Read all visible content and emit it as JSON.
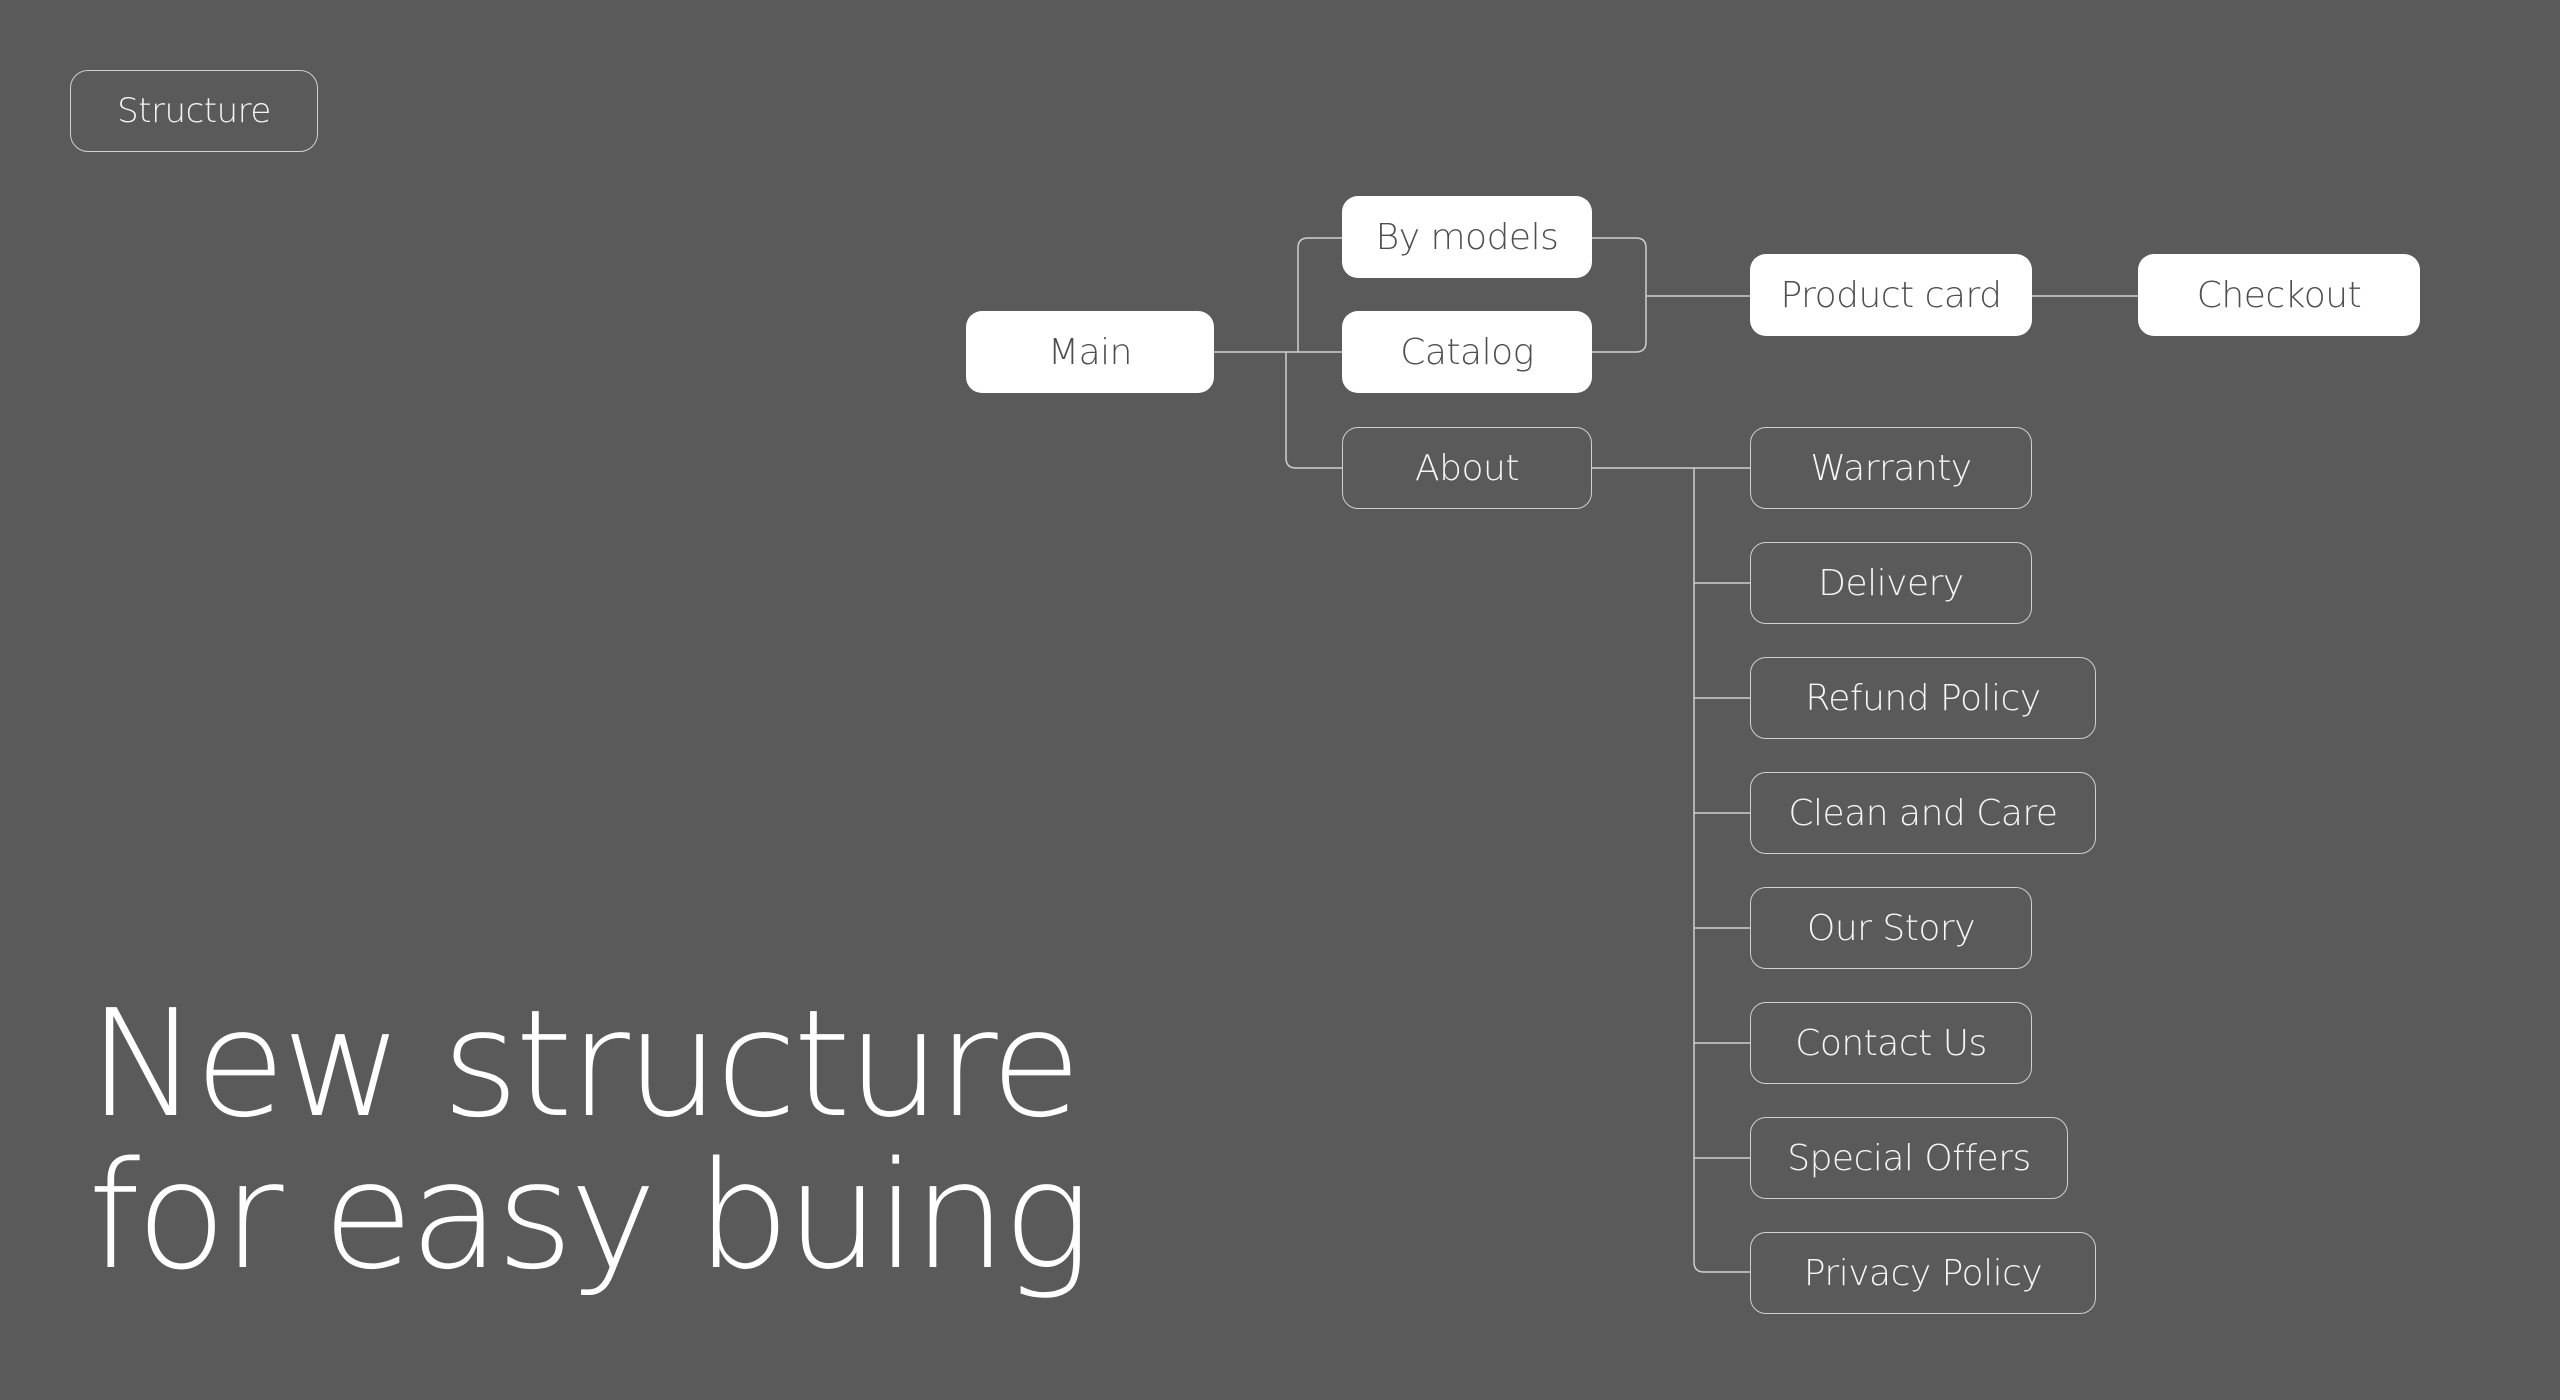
{
  "tag_label": "Structure",
  "headline": {
    "line1": "New structure",
    "line2": "for easy buing"
  },
  "colors": {
    "background": "#5a5a5a",
    "node_fill": "#ffffff",
    "node_text_dark": "#4e4e4e",
    "line": "#cfcfcf"
  },
  "nodes": {
    "main": "Main",
    "by_models": "By models",
    "catalog": "Catalog",
    "about": "About",
    "product_card": "Product card",
    "checkout": "Checkout",
    "warranty": "Warranty",
    "delivery": "Delivery",
    "refund_policy": "Refund Policy",
    "clean_and_care": "Clean and Care",
    "our_story": "Our Story",
    "contact_us": "Contact Us",
    "special_offers": "Special Offers",
    "privacy_policy": "Privacy Policy"
  }
}
